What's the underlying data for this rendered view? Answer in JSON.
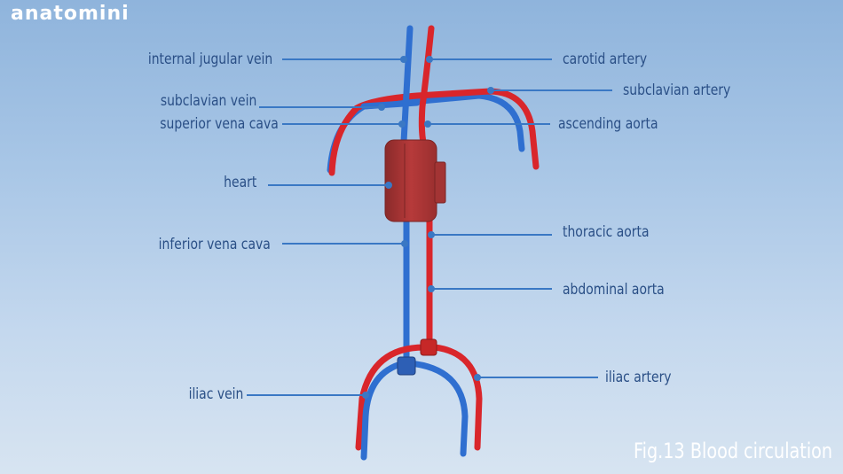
{
  "brand": {
    "logo_text": "anatomini"
  },
  "figure": {
    "caption": "Fig.13 Blood circulation"
  },
  "colors": {
    "artery": "#d9262b",
    "vein": "#2f6fd0",
    "label": "#2a4f86",
    "leader": "#3a78c4"
  },
  "labels_left": [
    {
      "id": "internal-jugular-vein",
      "text": "internal jugular vein"
    },
    {
      "id": "subclavian-vein",
      "text": "subclavian vein"
    },
    {
      "id": "superior-vena-cava",
      "text": "superior vena cava"
    },
    {
      "id": "heart",
      "text": "heart"
    },
    {
      "id": "inferior-vena-cava",
      "text": "inferior vena cava"
    },
    {
      "id": "iliac-vein",
      "text": "iliac vein"
    }
  ],
  "labels_right": [
    {
      "id": "carotid-artery",
      "text": "carotid artery"
    },
    {
      "id": "subclavian-artery",
      "text": "subclavian artery"
    },
    {
      "id": "ascending-aorta",
      "text": "ascending aorta"
    },
    {
      "id": "thoracic-aorta",
      "text": "thoracic aorta"
    },
    {
      "id": "abdominal-aorta",
      "text": "abdominal aorta"
    },
    {
      "id": "iliac-artery",
      "text": "iliac artery"
    }
  ]
}
